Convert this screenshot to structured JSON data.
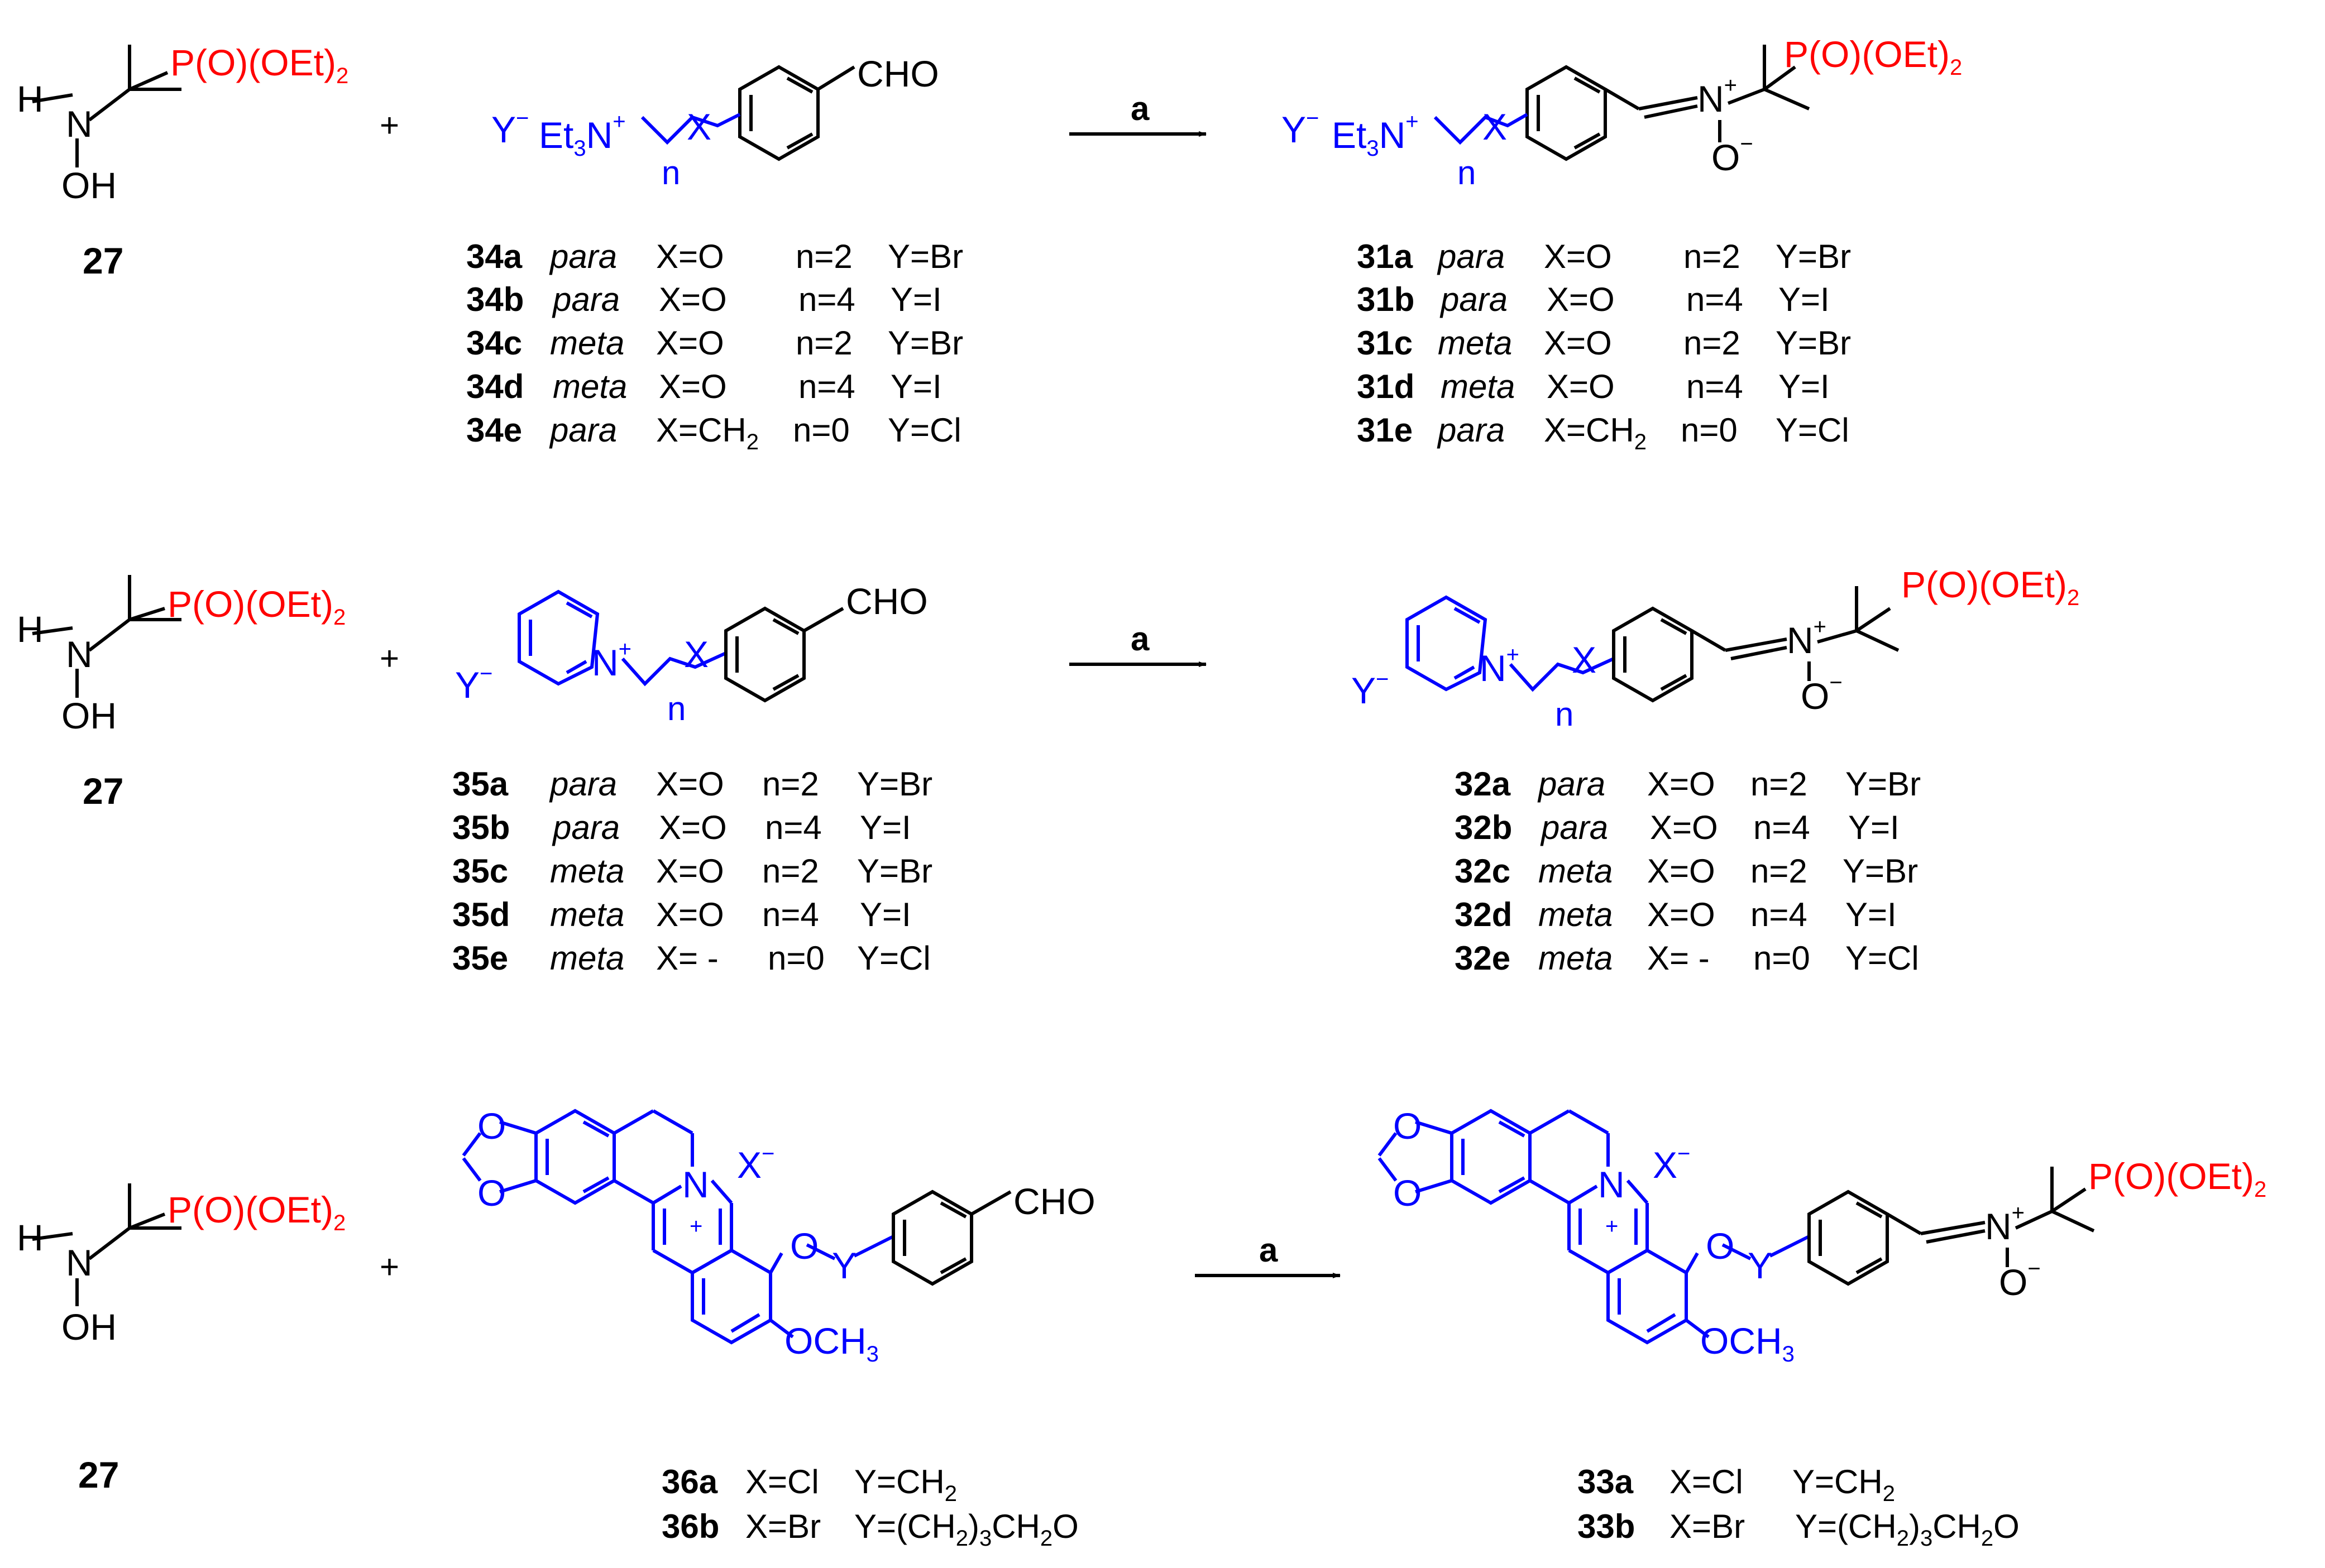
{
  "colors": {
    "reagent": "#ff0000",
    "substituent": "#0000ff",
    "bond": "#000000"
  },
  "reagent": {
    "label": "27",
    "phosphonate": "P(O)(OEt)",
    "phosphonate_sub": "2",
    "H": "H",
    "N": "N",
    "OH": "OH"
  },
  "plus": "+",
  "arrow_label": "a",
  "atoms": {
    "CHO": "CHO",
    "Y_minus": "Y",
    "X": "X",
    "n": "n",
    "Et": "Et",
    "Et_sub": "3",
    "N": "N",
    "O": "O",
    "X_minus": "X",
    "minus": "−",
    "plus_charge": "+",
    "OCH": "OCH",
    "OCH_sub": "3",
    "Y_link": "Y"
  },
  "rows": [
    {
      "start": "34",
      "product": "31",
      "start_entries": [
        {
          "id": "34a",
          "pos": "para",
          "x": "X=O",
          "n": "n=2",
          "y": "Y=Br"
        },
        {
          "id": "34b",
          "pos": "para",
          "x": "X=O",
          "n": "n=4",
          "y": "Y=I"
        },
        {
          "id": "34c",
          "pos": "meta",
          "x": "X=O",
          "n": "n=2",
          "y": "Y=Br"
        },
        {
          "id": "34d",
          "pos": "meta",
          "x": "X=O",
          "n": "n=4",
          "y": "Y=I"
        },
        {
          "id": "34e",
          "pos": "para",
          "x": "X=CH",
          "x_sub": "2",
          "n": "n=0",
          "y": "Y=Cl"
        }
      ],
      "product_entries": [
        {
          "id": "31a",
          "pos": "para",
          "x": "X=O",
          "n": "n=2",
          "y": "Y=Br"
        },
        {
          "id": "31b",
          "pos": "para",
          "x": "X=O",
          "n": "n=4",
          "y": "Y=I"
        },
        {
          "id": "31c",
          "pos": "meta",
          "x": "X=O",
          "n": "n=2",
          "y": "Y=Br"
        },
        {
          "id": "31d",
          "pos": "meta",
          "x": "X=O",
          "n": "n=4",
          "y": "Y=I"
        },
        {
          "id": "31e",
          "pos": "para",
          "x": "X=CH",
          "x_sub": "2",
          "n": "n=0",
          "y": "Y=Cl"
        }
      ]
    },
    {
      "start": "35",
      "product": "32",
      "start_entries": [
        {
          "id": "35a",
          "pos": "para",
          "x": "X=O",
          "n": "n=2",
          "y": "Y=Br"
        },
        {
          "id": "35b",
          "pos": "para",
          "x": "X=O",
          "n": "n=4",
          "y": "Y=I"
        },
        {
          "id": "35c",
          "pos": "meta",
          "x": "X=O",
          "n": "n=2",
          "y": "Y=Br"
        },
        {
          "id": "35d",
          "pos": "meta",
          "x": "X=O",
          "n": "n=4",
          "y": "Y=I"
        },
        {
          "id": "35e",
          "pos": "meta",
          "x": "X= -",
          "n": "n=0",
          "y": "Y=Cl"
        }
      ],
      "product_entries": [
        {
          "id": "32a",
          "pos": "para",
          "x": "X=O",
          "n": "n=2",
          "y": "Y=Br"
        },
        {
          "id": "32b",
          "pos": "para",
          "x": "X=O",
          "n": "n=4",
          "y": "Y=I"
        },
        {
          "id": "32c",
          "pos": "meta",
          "x": "X=O",
          "n": "n=2",
          "y": "Y=Br"
        },
        {
          "id": "32d",
          "pos": "meta",
          "x": "X=O",
          "n": "n=4",
          "y": "Y=I"
        },
        {
          "id": "32e",
          "pos": "meta",
          "x": "X= -",
          "n": "n=0",
          "y": "Y=Cl"
        }
      ]
    },
    {
      "start": "36",
      "product": "33",
      "start_entries": [
        {
          "id": "36a",
          "x": "X=Cl",
          "y": "Y=CH",
          "y_sub": "2"
        },
        {
          "id": "36b",
          "x": "X=Br",
          "y": "Y=(CH",
          "y_sub": "2",
          "y_mid": ")",
          "y_sub2": "3",
          "y_end": "CH",
          "y_sub3": "2",
          "y_tail": "O"
        }
      ],
      "product_entries": [
        {
          "id": "33a",
          "x": "X=Cl",
          "y": "Y=CH",
          "y_sub": "2"
        },
        {
          "id": "33b",
          "x": "X=Br",
          "y": "Y=(CH",
          "y_sub": "2",
          "y_mid": ")",
          "y_sub2": "3",
          "y_end": "CH",
          "y_sub3": "2",
          "y_tail": "O"
        }
      ]
    }
  ]
}
